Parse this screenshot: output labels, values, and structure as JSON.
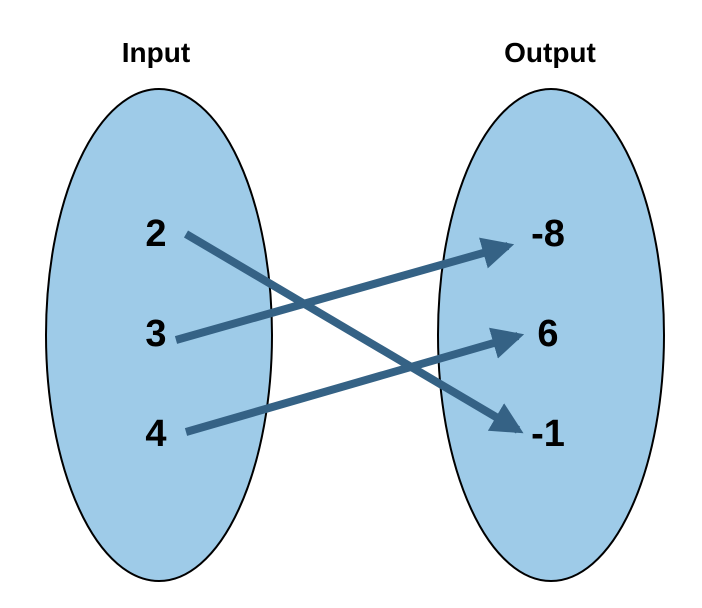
{
  "input_set": {
    "title": "Input",
    "values": [
      "2",
      "3",
      "4"
    ]
  },
  "output_set": {
    "title": "Output",
    "values": [
      "-8",
      "6",
      "-1"
    ]
  },
  "mappings": [
    {
      "from": "2",
      "to": "-1"
    },
    {
      "from": "3",
      "to": "-8"
    },
    {
      "from": "4",
      "to": "6"
    }
  ],
  "colors": {
    "oval_fill": "#9ecbe8",
    "oval_stroke": "#000000",
    "arrow": "#356285",
    "text": "#000000"
  }
}
